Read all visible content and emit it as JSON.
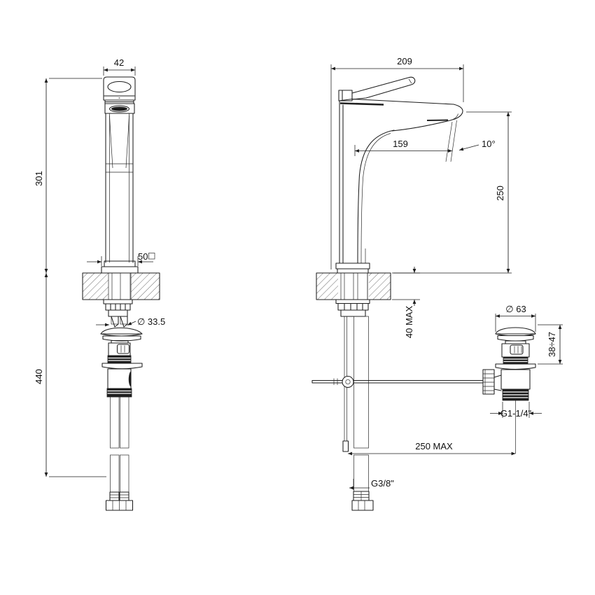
{
  "drawing": {
    "background": "#ffffff",
    "line_color": "#1d1d1d",
    "views": {
      "front": "faucet front view with mounting and pop-up waste",
      "side": "faucet side view with supply hose, pop-up rod and drain"
    },
    "dimensions": {
      "handle_width": "42",
      "height_above_counter": "301",
      "base_section": "50",
      "hole_diameter": "∅ 33.5",
      "height_below_counter": "440",
      "total_depth": "209",
      "spout_reach": "159",
      "stream_angle": "10°",
      "outlet_height": "250",
      "counter_thickness_max": "40 MAX",
      "waste_cap_diameter": "∅ 63",
      "waste_height_range": "38÷47",
      "waste_thread": "G1-1/4\"",
      "rod_length_max": "250 MAX",
      "supply_thread": "G3/8\""
    }
  }
}
